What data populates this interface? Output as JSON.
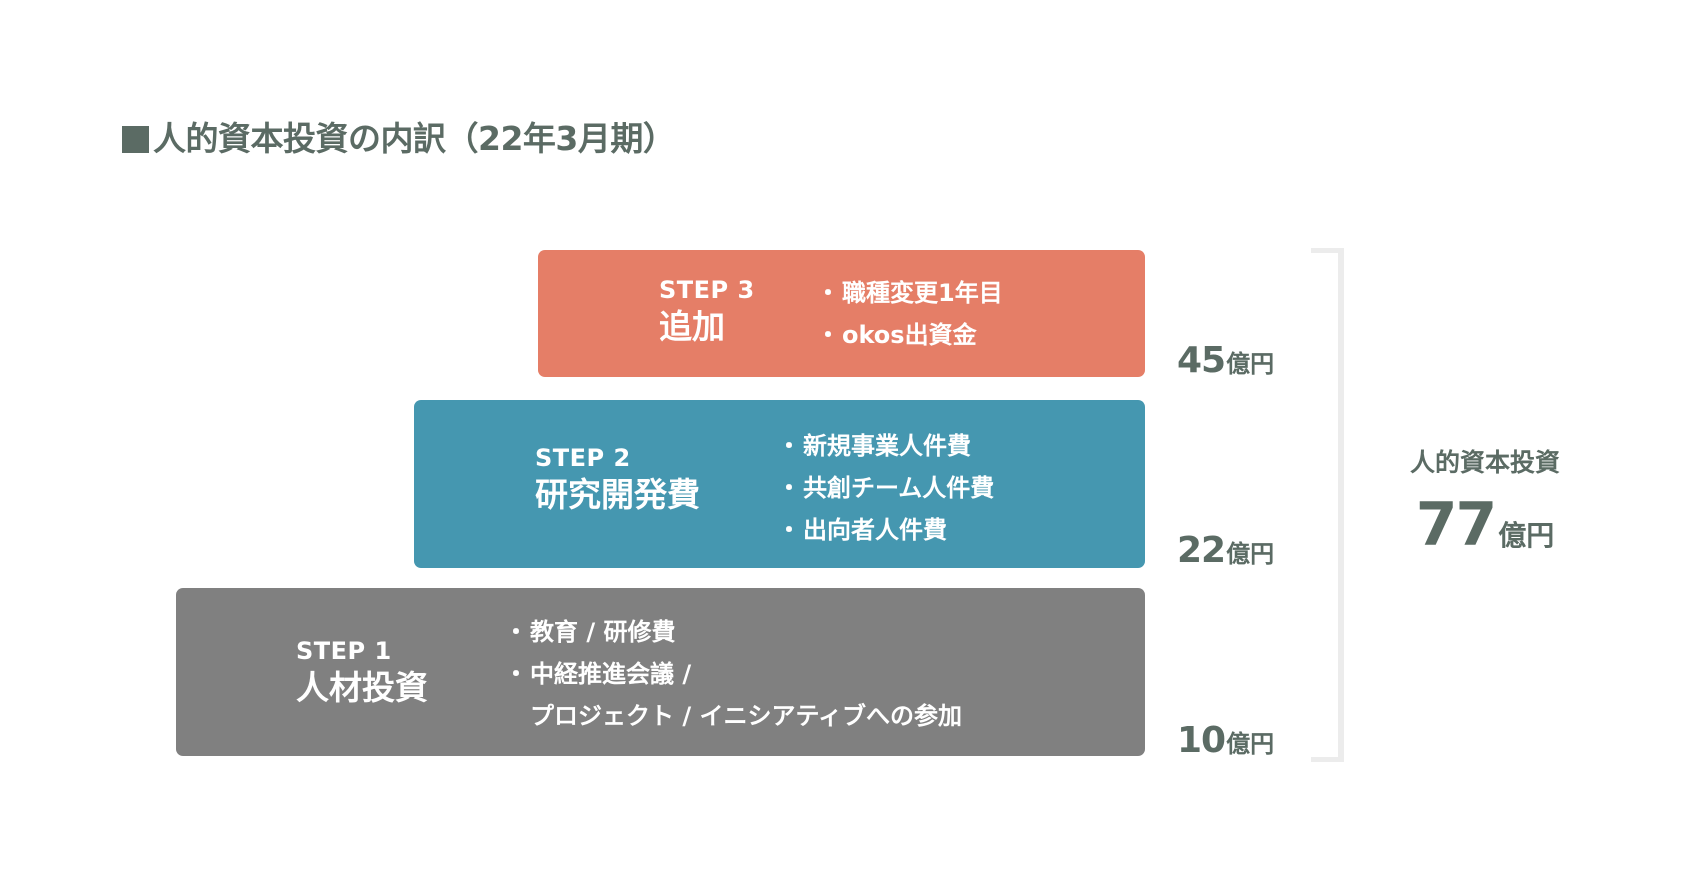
{
  "title": {
    "marker": "■",
    "text": "人的資本投資の内訳（22年3月期）"
  },
  "colors": {
    "step3": "#e57e67",
    "step2": "#4597b0",
    "step1": "#808080",
    "text": "#5b6b64",
    "bracket": "#ececec"
  },
  "steps": [
    {
      "label": "STEP 3",
      "name": "追加",
      "bullets": [
        {
          "dot": "・",
          "text": "職種変更1年目"
        },
        {
          "dot": "・",
          "text": "okos出資金"
        }
      ],
      "amount": {
        "value": "45",
        "unit": "億円"
      }
    },
    {
      "label": "STEP 2",
      "name": "研究開発費",
      "bullets": [
        {
          "dot": "・",
          "text": "新規事業人件費"
        },
        {
          "dot": "・",
          "text": "共創チーム人件費"
        },
        {
          "dot": "・",
          "text": "出向者人件費"
        }
      ],
      "amount": {
        "value": "22",
        "unit": "億円"
      }
    },
    {
      "label": "STEP 1",
      "name": "人材投資",
      "bullets": [
        {
          "dot": "・",
          "text": "教育 / 研修費"
        },
        {
          "dot": "・",
          "text": "中経推進会議 /",
          "continuation": "プロジェクト / イニシアティブへの参加"
        }
      ],
      "amount": {
        "value": "10",
        "unit": "億円"
      }
    }
  ],
  "summary": {
    "label": "人的資本投資",
    "total": "77",
    "unit": "億円"
  }
}
